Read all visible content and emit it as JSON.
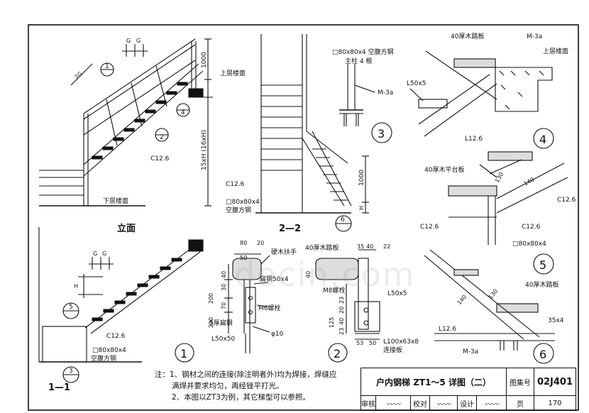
{
  "elevation": {
    "title": "立面",
    "upper_floor": "上层楼面",
    "lower_floor": "下层楼面",
    "channel": "C12.6",
    "total_height": "15xH (16xH)",
    "rail_height": "1000",
    "dim_g": "G",
    "dim_2g": "2G",
    "callout_1": "1",
    "callout_2": "2",
    "callout_4": "4"
  },
  "section22": {
    "title": "2—2",
    "channel": "C12.6",
    "hollow_steel": "□80x80x4",
    "hollow_steel_label": "空腹方钢",
    "rail_height": "1000",
    "dim_h": "H",
    "callout_6": "6"
  },
  "detail3": {
    "number": "3",
    "steel": "□80x80x4 空腹方钢",
    "columns": "主柱 4 根",
    "bolt": "M-3a"
  },
  "detail4": {
    "number": "4",
    "tread": "40厚木踏板",
    "bolt": "M-3a",
    "upper_floor": "上层楼面",
    "angle": "L50x5",
    "channel": "L12.6"
  },
  "detail5": {
    "number": "5",
    "platform": "40厚木平台板",
    "dim_130": "130",
    "dim_140": "140",
    "channel_a": "C12.6",
    "channel_b": "C12.6",
    "channel_c": "C12.6",
    "steel": "□80x80x4"
  },
  "detail6": {
    "number": "6",
    "tread": "40厚木踏板",
    "dim_140": "140",
    "dim_130": "130",
    "channel": "L12.6",
    "angle": "35x4",
    "bolt": "M-3a"
  },
  "section11": {
    "title": "1—1",
    "channel": "C12.6",
    "hollow_steel": "□80x80x4",
    "hollow_steel_label": "空腹方钢",
    "dim_g": "G",
    "dim_h": "H",
    "callout_5": "5",
    "callout_3": "3"
  },
  "detail1": {
    "number": "1",
    "handrail": "硬木扶手",
    "flat_steel": "扁钢50x4",
    "bolt": "M6螺栓",
    "plate": "5厚扁钢",
    "angle": "L50x50",
    "rod": "φ10",
    "dims": [
      "80",
      "20",
      "50",
      "40",
      "30",
      "70",
      "200",
      "200"
    ]
  },
  "detail2": {
    "number": "2",
    "tread": "40厚木踏板",
    "bolt": "M8螺栓",
    "angle": "L50x5",
    "angle_b": "L100x63x8",
    "connector": "连接板",
    "dims_top": [
      "35",
      "40",
      "22"
    ],
    "dims_side": [
      "40",
      "23",
      "20",
      "125",
      "40",
      "23"
    ],
    "dims_bottom": [
      "53",
      "50"
    ]
  },
  "notes": {
    "line1": "注：1、钢材之间的连接(除注明者外)均为焊接，焊缝应",
    "line2": "满焊并要求均匀，再经锉平打光。",
    "line3": "2、本图以ZT3为例，其它梯型可以参照。"
  },
  "title_block": {
    "title": "户内钢梯 ZT1～5 详图（二）",
    "atlas_label": "图集号",
    "atlas_no": "02J401",
    "review_label": "审核",
    "check_label": "校对",
    "design_label": "设计",
    "page_label": "页",
    "page_no": "170"
  },
  "watermark": "docin.com"
}
